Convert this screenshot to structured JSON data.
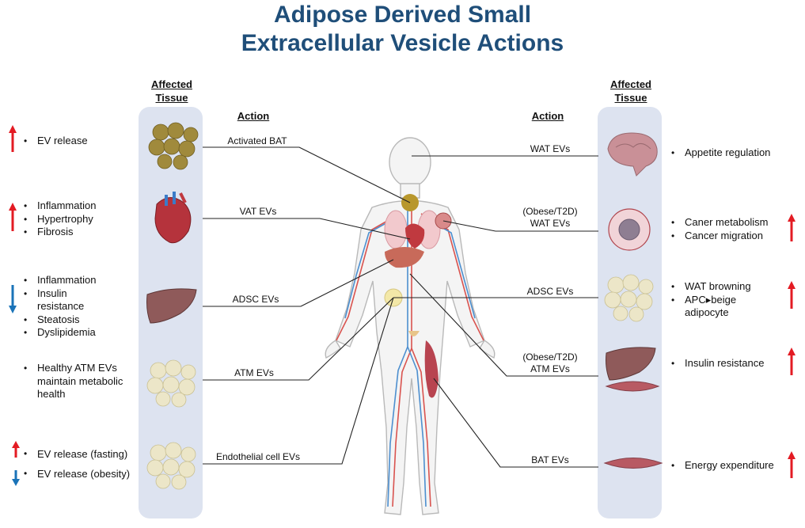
{
  "title": {
    "line1": "Adipose Derived Small",
    "line2": "Extracellular Vesicle Actions"
  },
  "left": {
    "header": [
      "Affected",
      "Tissue"
    ],
    "action_header": "Action",
    "rows": [
      {
        "tissue": "brown-adipose-tissue",
        "action": "Activated BAT",
        "effects": [
          "EV release"
        ],
        "direction": "up"
      },
      {
        "tissue": "heart",
        "action": "VAT EVs",
        "effects": [
          "Inflammation",
          "Hypertrophy",
          "Fibrosis"
        ],
        "direction": "up"
      },
      {
        "tissue": "liver",
        "action": "ADSC EVs",
        "effects": [
          "Inflammation",
          "Insulin resistance",
          "Steatosis",
          "Dyslipidemia"
        ],
        "direction": "down"
      },
      {
        "tissue": "white-adipose-tissue",
        "action": "ATM EVs",
        "effects": [
          "Healthy ATM EVs maintain metabolic health"
        ],
        "direction": "none"
      },
      {
        "tissue": "white-adipose-tissue",
        "action": "Endothelial cell EVs",
        "effects": [
          "EV release (fasting)",
          "EV release (obesity)"
        ],
        "direction": "up-down"
      }
    ]
  },
  "right": {
    "header": [
      "Affected",
      "Tissue"
    ],
    "action_header": "Action",
    "rows": [
      {
        "tissue": "brain",
        "action_lines": [
          "WAT EVs"
        ],
        "effects": [
          "Appetite regulation"
        ],
        "direction": "none"
      },
      {
        "tissue": "tumor",
        "action_lines": [
          "(Obese/T2D)",
          "WAT EVs"
        ],
        "effects": [
          "Caner metabolism",
          "Cancer migration"
        ],
        "direction": "up"
      },
      {
        "tissue": "white-adipose-tissue",
        "action_lines": [
          "ADSC EVs"
        ],
        "effects": [
          "WAT browning",
          "APC▸beige adipocyte"
        ],
        "direction": "up"
      },
      {
        "tissue": "liver-and-muscle",
        "action_lines": [
          "(Obese/T2D)",
          "ATM EVs"
        ],
        "effects": [
          "Insulin resistance"
        ],
        "direction": "up"
      },
      {
        "tissue": "muscle",
        "action_lines": [
          "BAT EVs"
        ],
        "effects": [
          "Energy expenditure"
        ],
        "direction": "up"
      }
    ]
  },
  "colors": {
    "title": "#1f4e79",
    "panel": "#dde3f0",
    "arrow_up": "#e31b23",
    "arrow_down": "#1a73b8",
    "liver": "#8f5a5a",
    "heart": "#b5333c",
    "muscle": "#b85a63",
    "fat_white": "#ece6c8",
    "fat_brown": "#a08a3c",
    "vessel_red": "#d9534f",
    "vessel_blue": "#4d8fcf"
  }
}
